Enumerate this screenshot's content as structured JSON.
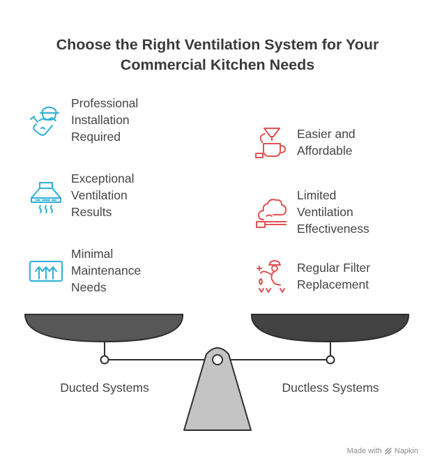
{
  "title": {
    "line1": "Choose the Right Ventilation System for Your",
    "line2": "Commercial Kitchen Needs"
  },
  "left": {
    "label": "Ducted Systems",
    "items": [
      {
        "text": "Professional\nInstallation\nRequired",
        "icon": "installer-icon"
      },
      {
        "text": "Exceptional\nVentilation\nResults",
        "icon": "range-hood-icon"
      },
      {
        "text": "Minimal\nMaintenance\nNeeds",
        "icon": "airflow-vent-icon"
      }
    ]
  },
  "right": {
    "label": "Ductless Systems",
    "items": [
      {
        "text": "Easier and\nAffordable",
        "icon": "coffee-maker-icon"
      },
      {
        "text": "Limited\nVentilation\nEffectiveness",
        "icon": "smoke-icon"
      },
      {
        "text": "Regular Filter\nReplacement",
        "icon": "gardener-icon"
      }
    ]
  },
  "colors": {
    "left_icons": "#2bafd6",
    "right_icons": "#e05252",
    "left_pan": "#575757",
    "right_pan": "#424242",
    "fulcrum": "#c4c4c4"
  },
  "footer": {
    "text": "Made with",
    "brand": "Napkin"
  }
}
